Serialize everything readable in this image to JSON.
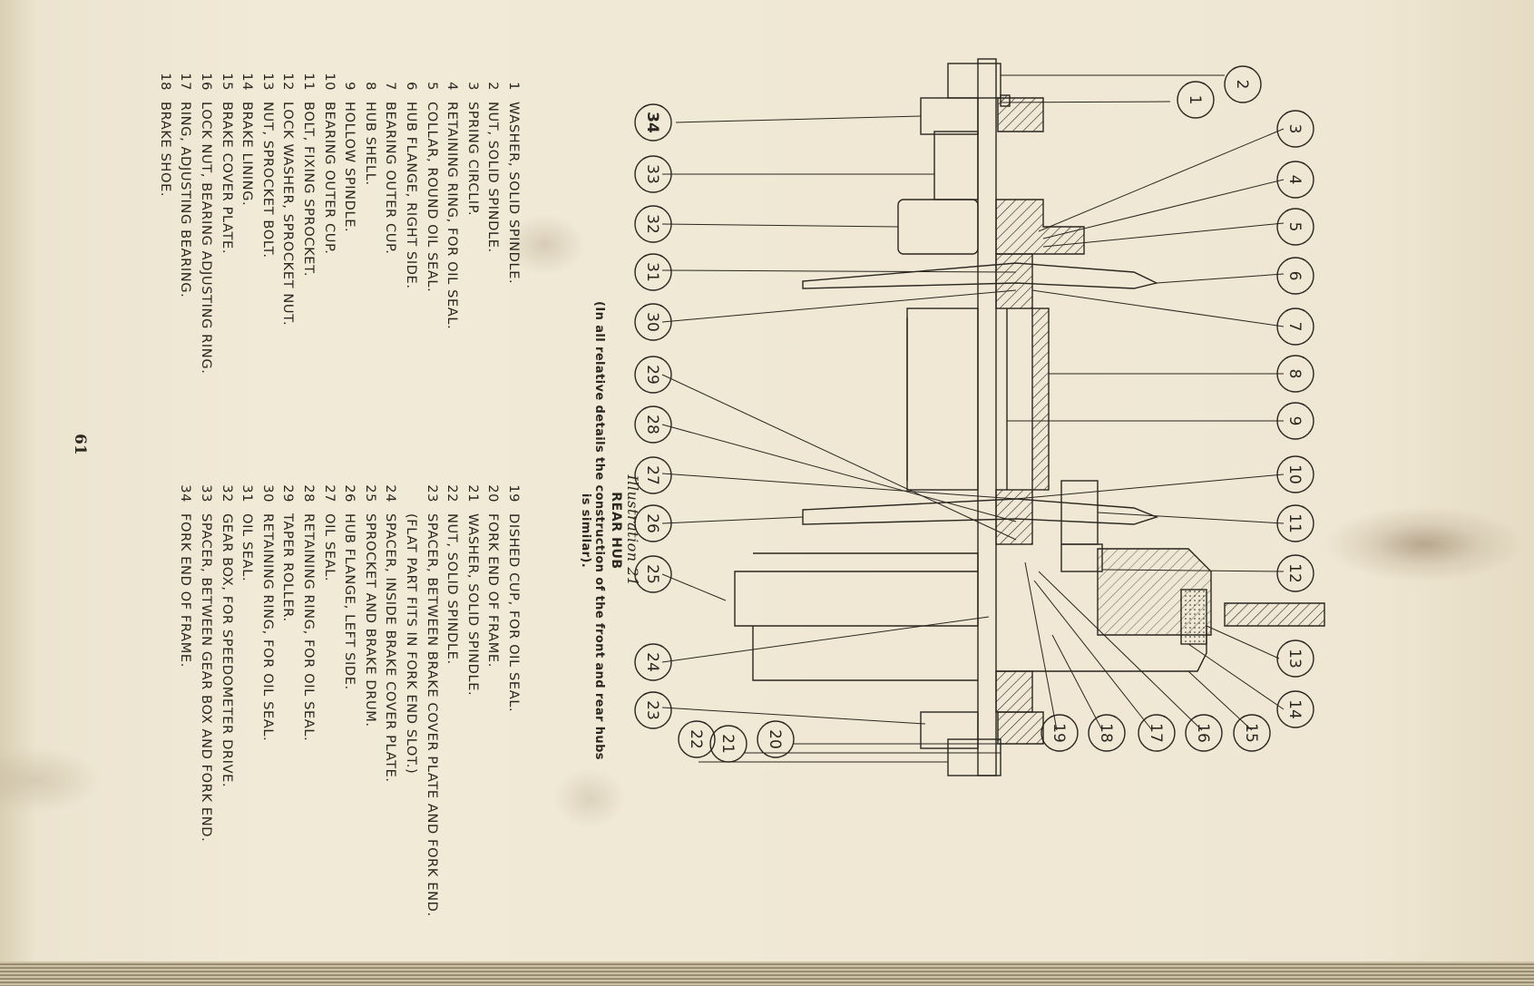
{
  "caption": {
    "illustration": "Illustration 21",
    "subtitle": "REAR HUB",
    "note": "(In all relative details the construction of the front and rear hubs is similar)."
  },
  "page_number": "61",
  "parts_left": [
    {
      "num": "1",
      "text": "WASHER, SOLID SPINDLE."
    },
    {
      "num": "2",
      "text": "NUT, SOLID SPINDLE."
    },
    {
      "num": "3",
      "text": "SPRING CIRCLIP."
    },
    {
      "num": "4",
      "text": "RETAINING RING, FOR OIL SEAL."
    },
    {
      "num": "5",
      "text": "COLLAR, ROUND OIL SEAL."
    },
    {
      "num": "6",
      "text": "HUB FLANGE, RIGHT SIDE."
    },
    {
      "num": "7",
      "text": "BEARING OUTER CUP."
    },
    {
      "num": "8",
      "text": "HUB SHELL."
    },
    {
      "num": "9",
      "text": "HOLLOW SPINDLE."
    },
    {
      "num": "10",
      "text": "BEARING OUTER CUP."
    },
    {
      "num": "11",
      "text": "BOLT, FIXING SPROCKET."
    },
    {
      "num": "12",
      "text": "LOCK WASHER, SPROCKET NUT."
    },
    {
      "num": "13",
      "text": "NUT, SPROCKET BOLT."
    },
    {
      "num": "14",
      "text": "BRAKE LINING."
    },
    {
      "num": "15",
      "text": "BRAKE COVER PLATE."
    },
    {
      "num": "16",
      "text": "LOCK NUT, BEARING ADJUSTING RING."
    },
    {
      "num": "17",
      "text": "RING, ADJUSTING BEARING."
    },
    {
      "num": "18",
      "text": "BRAKE SHOE."
    }
  ],
  "parts_right": [
    {
      "num": "19",
      "text": "DISHED CUP, FOR OIL SEAL."
    },
    {
      "num": "20",
      "text": "FORK END OF FRAME."
    },
    {
      "num": "21",
      "text": "WASHER, SOLID SPINDLE."
    },
    {
      "num": "22",
      "text": "NUT, SOLID SPINDLE."
    },
    {
      "num": "23",
      "text": "SPACER, BETWEEN BRAKE COVER PLATE AND FORK END. (FLAT PART FITS IN FORK END SLOT.)"
    },
    {
      "num": "24",
      "text": "SPACER, INSIDE BRAKE COVER PLATE."
    },
    {
      "num": "25",
      "text": "SPROCKET AND BRAKE DRUM."
    },
    {
      "num": "26",
      "text": "HUB FLANGE, LEFT SIDE."
    },
    {
      "num": "27",
      "text": "OIL SEAL."
    },
    {
      "num": "28",
      "text": "RETAINING RING, FOR OIL SEAL."
    },
    {
      "num": "29",
      "text": "TAPER ROLLER."
    },
    {
      "num": "30",
      "text": "RETAINING RING, FOR OIL SEAL."
    },
    {
      "num": "31",
      "text": "OIL SEAL."
    },
    {
      "num": "32",
      "text": "GEAR BOX, FOR SPEEDOMETER DRIVE."
    },
    {
      "num": "33",
      "text": "SPACER, BETWEEN GEAR BOX AND FORK END."
    },
    {
      "num": "34",
      "text": "FORK END OF FRAME."
    }
  ],
  "callouts": [
    "1",
    "2",
    "3",
    "4",
    "5",
    "6",
    "7",
    "8",
    "9",
    "10",
    "11",
    "12",
    "13",
    "14",
    "15",
    "16",
    "17",
    "18",
    "19",
    "20",
    "21",
    "22",
    "23",
    "24",
    "25",
    "26",
    "27",
    "28",
    "29",
    "30",
    "31",
    "32",
    "33",
    "34"
  ]
}
